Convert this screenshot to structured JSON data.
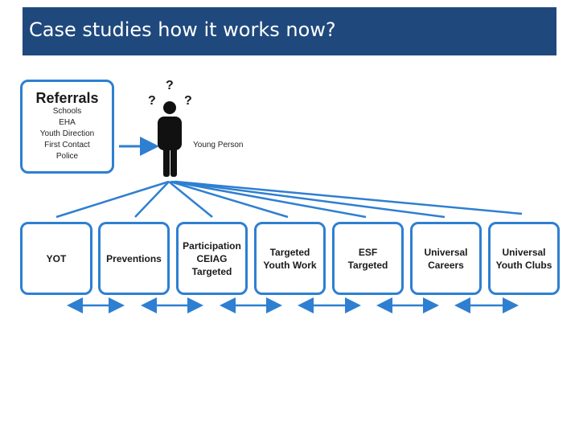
{
  "title": "Case studies how it works now?",
  "referrals": {
    "heading": "Referrals",
    "items": [
      "Schools",
      "EHA",
      "Youth Direction",
      "First Contact",
      "Police"
    ]
  },
  "person": {
    "label": "Young Person",
    "question_marks": [
      "?",
      "?",
      "?"
    ]
  },
  "services": [
    "YOT",
    "Preventions",
    "Participation\nCEIAG\nTargeted",
    "Targeted\nYouth Work",
    "ESF\nTargeted",
    "Universal\nCareers",
    "Universal\nYouth Clubs"
  ],
  "colors": {
    "title_bg": "#1f497d",
    "accent": "#2e7fd1"
  }
}
